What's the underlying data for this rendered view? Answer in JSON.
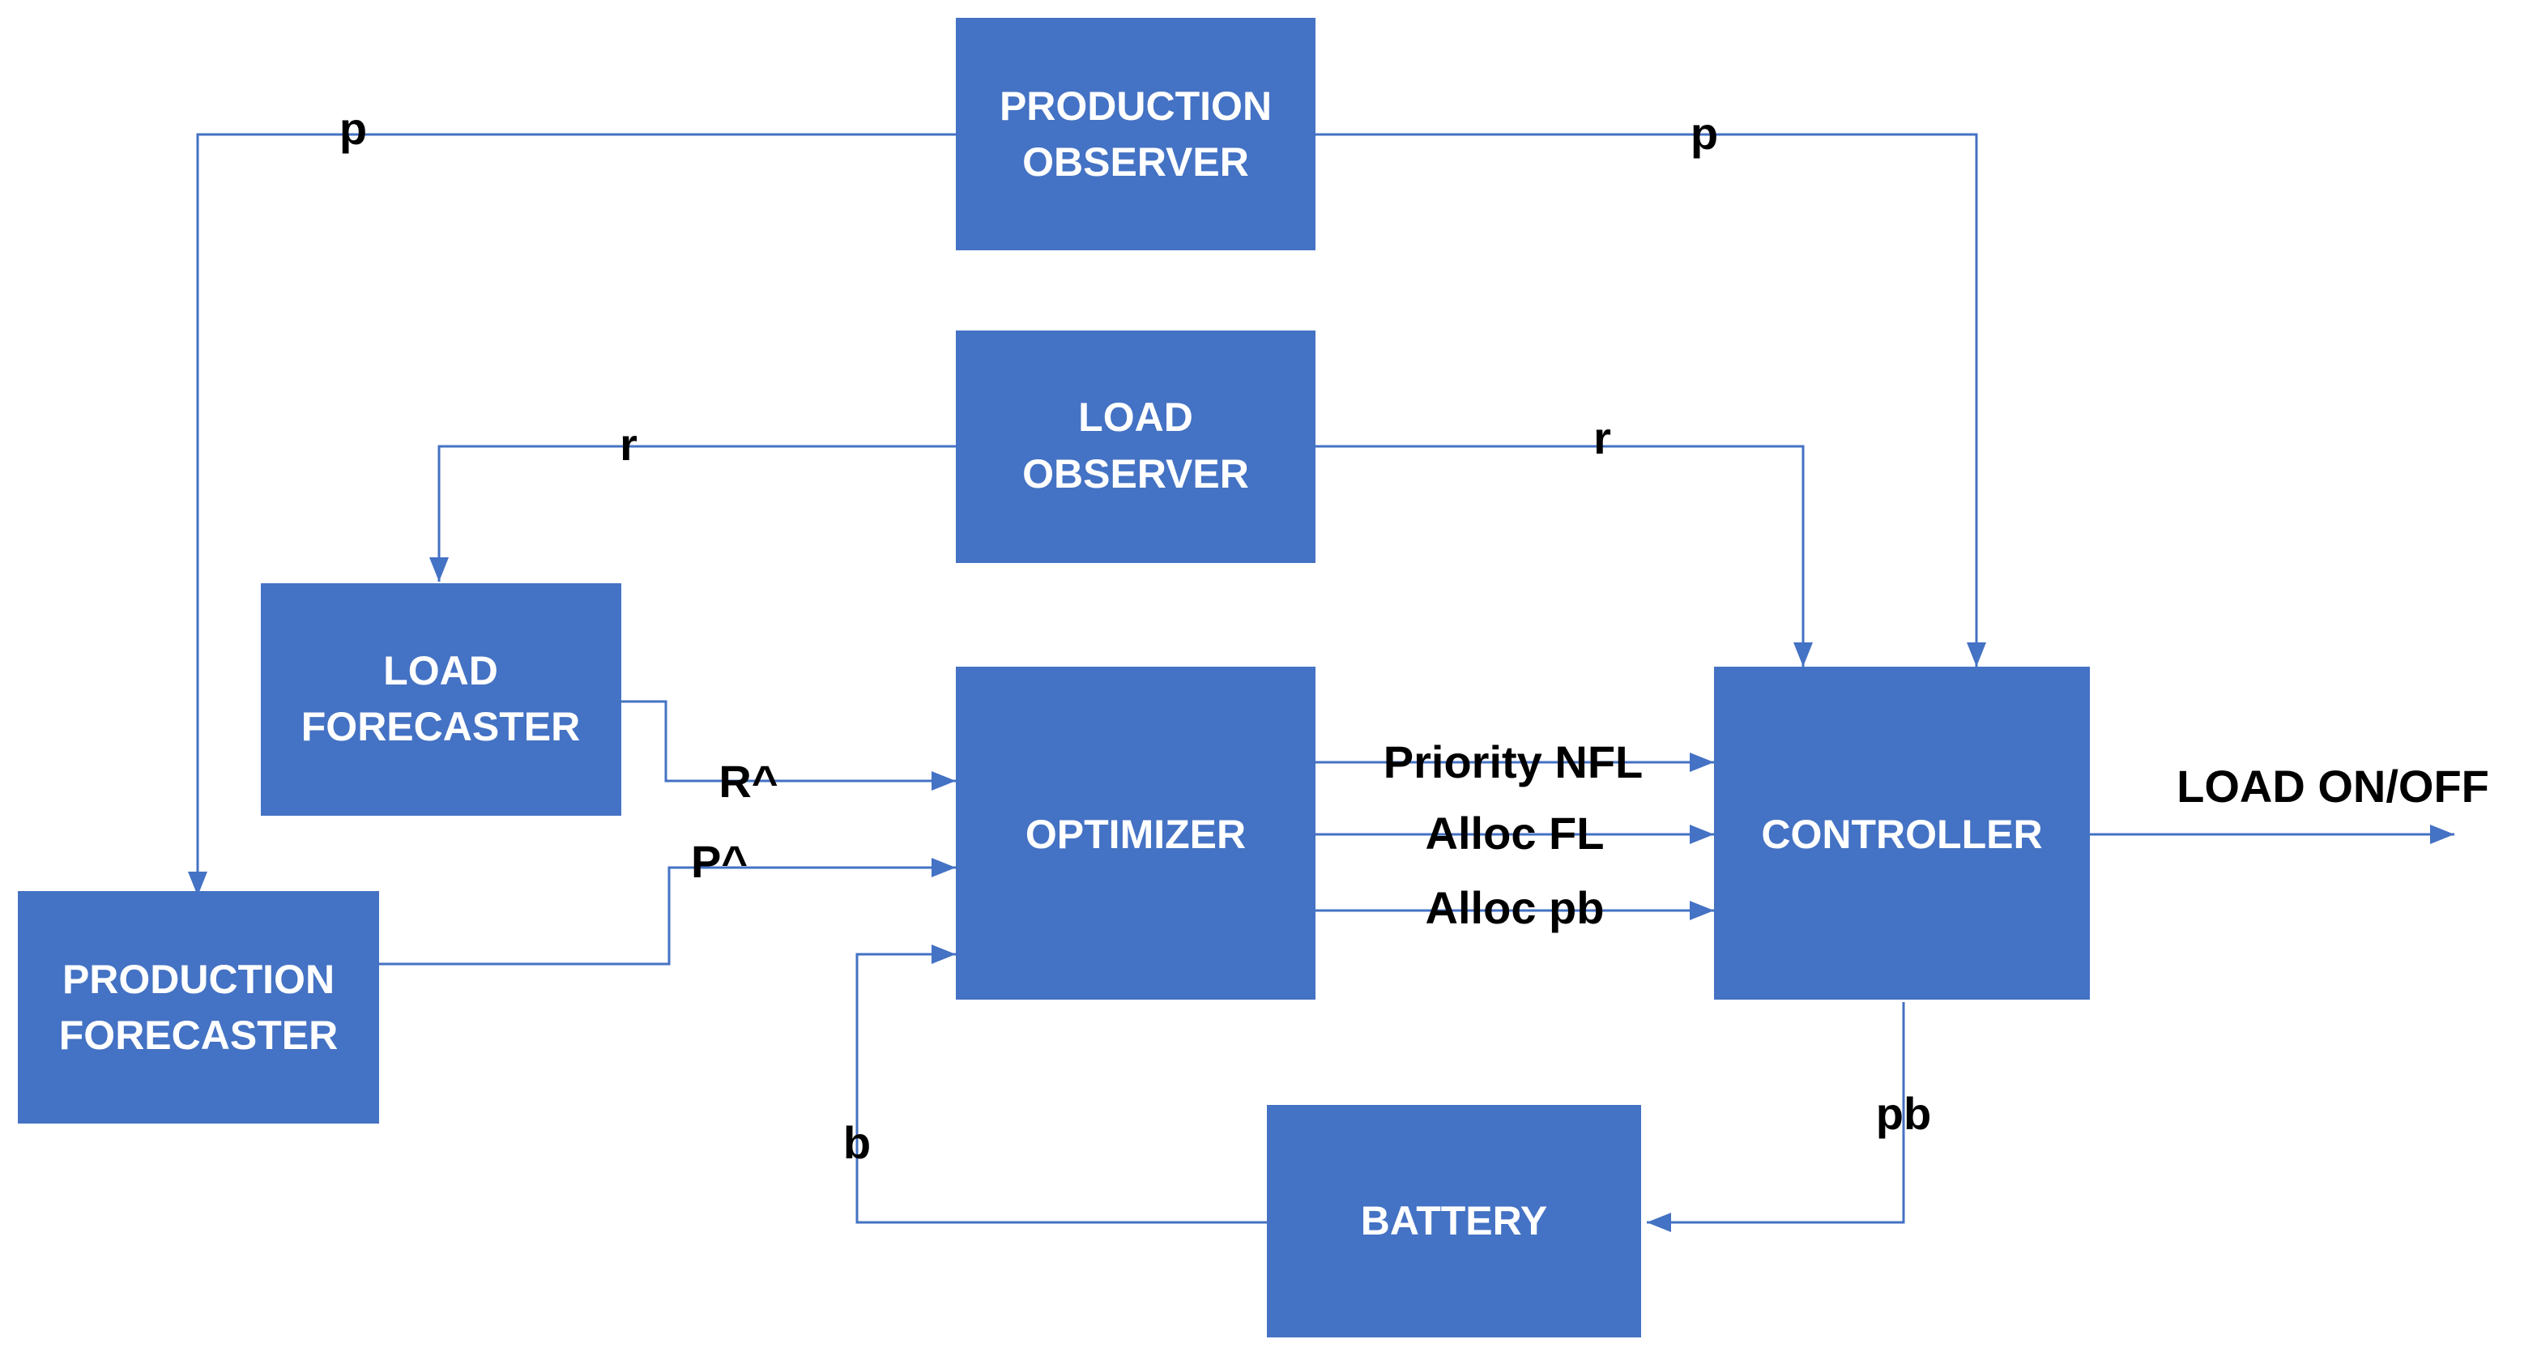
{
  "nodes": {
    "production_observer": {
      "line1": "PRODUCTION",
      "line2": "OBSERVER"
    },
    "load_observer": {
      "line1": "LOAD",
      "line2": "OBSERVER"
    },
    "load_forecaster": {
      "line1": "LOAD",
      "line2": "FORECASTER"
    },
    "production_forecaster": {
      "line1": "PRODUCTION",
      "line2": "FORECASTER"
    },
    "optimizer": {
      "label": "OPTIMIZER"
    },
    "controller": {
      "label": "CONTROLLER"
    },
    "battery": {
      "label": "BATTERY"
    }
  },
  "edges": {
    "p_to_forecaster": "p",
    "p_to_controller": "p",
    "r_to_forecaster": "r",
    "r_to_controller": "r",
    "r_hat": "R^",
    "p_hat": "P^",
    "priority_nfl": "Priority NFL",
    "alloc_fl": "Alloc FL",
    "alloc_pb": "Alloc pb",
    "load_on_off": "LOAD ON/OFF",
    "pb": "pb",
    "b": "b"
  },
  "colors": {
    "box": "#4472C4",
    "line": "#4472C4",
    "box_text": "#FFFFFF",
    "edge_text": "#000000"
  }
}
